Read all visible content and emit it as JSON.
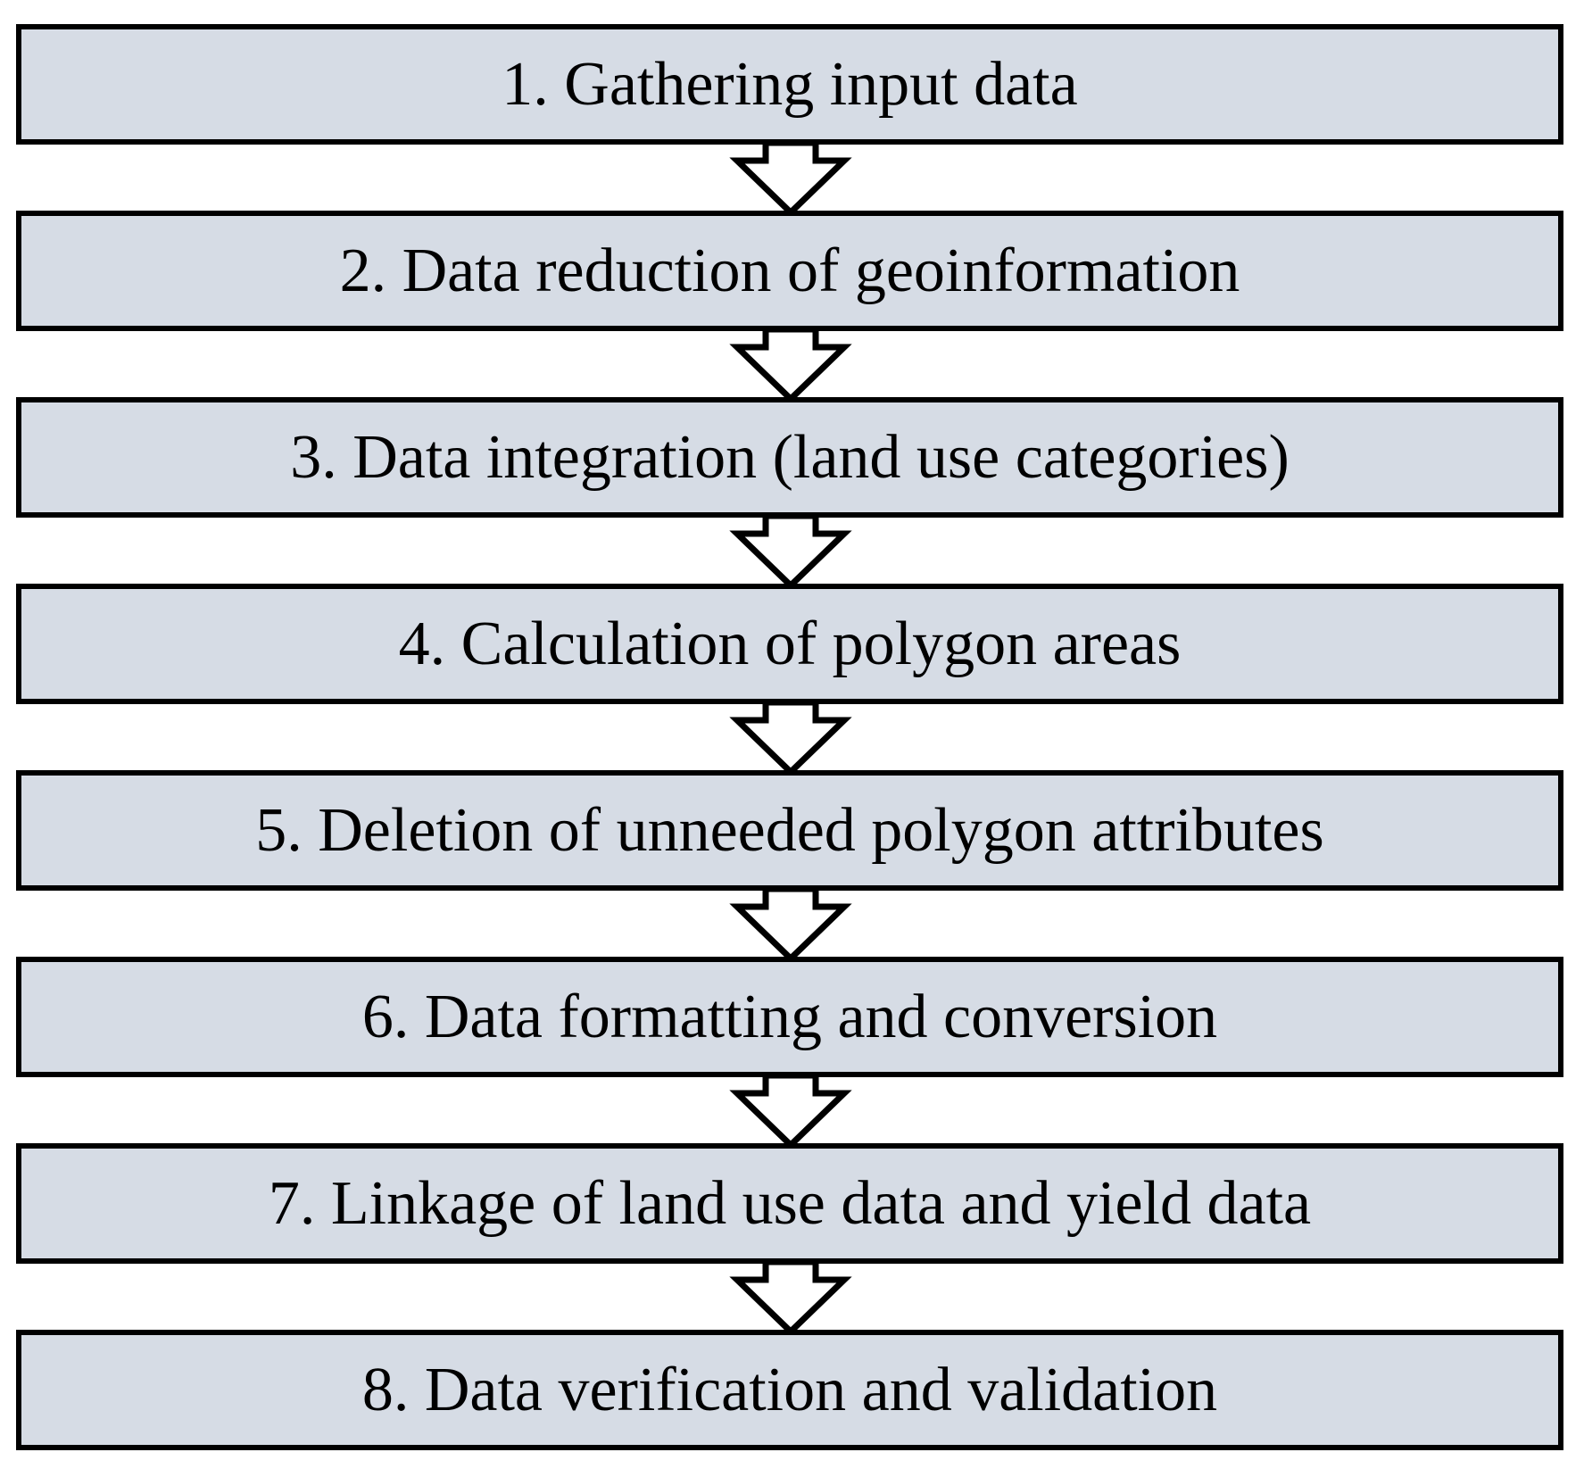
{
  "flowchart": {
    "box_fill": "#d6dce5",
    "border_color": "#000000",
    "steps": [
      {
        "label": "1. Gathering input data"
      },
      {
        "label": "2. Data reduction of geoinformation"
      },
      {
        "label": "3. Data integration (land use categories)"
      },
      {
        "label": "4. Calculation of polygon areas"
      },
      {
        "label": "5. Deletion of unneeded polygon attributes"
      },
      {
        "label": "6. Data formatting and conversion"
      },
      {
        "label": "7. Linkage of land use data and yield data"
      },
      {
        "label": "8. Data verification and validation"
      }
    ]
  }
}
